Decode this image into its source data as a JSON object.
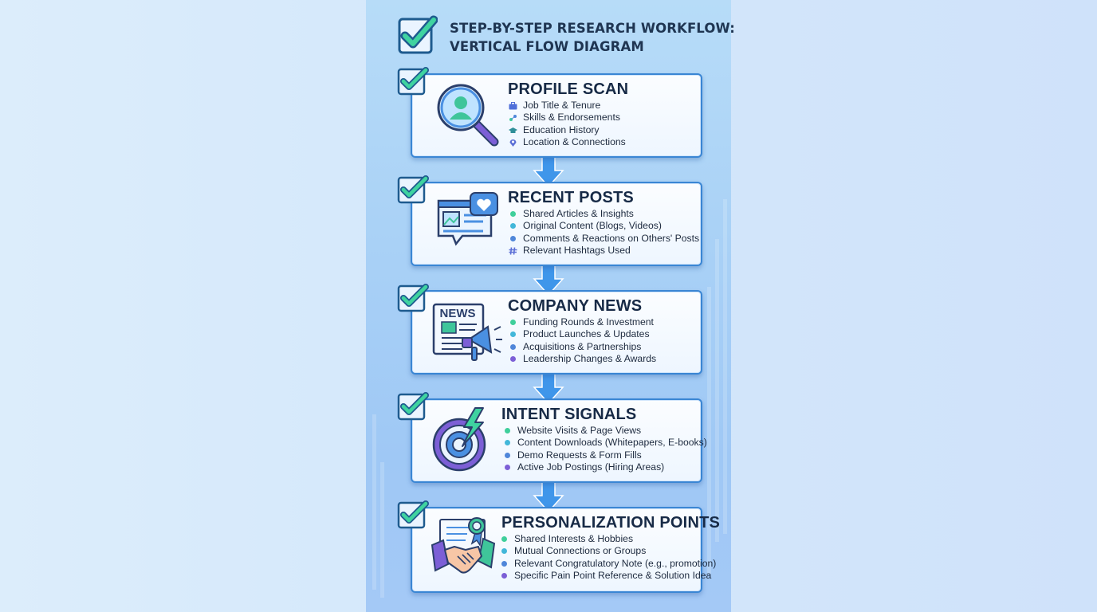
{
  "title": {
    "line1": "STEP-BY-STEP RESEARCH WORKFLOW:",
    "line2": "VERTICAL FLOW DIAGRAM"
  },
  "colors": {
    "check": "#3fd3a0",
    "card_border": "#3a86d4",
    "arrow": "#3f96ea",
    "dot_teal": "#3fcf9b",
    "dot_cyan": "#42b7d9",
    "dot_blue": "#4f86d9",
    "dot_purple": "#7c5fd6"
  },
  "steps": [
    {
      "title": "PROFILE SCAN",
      "icon": "magnifier-person-icon",
      "items": [
        {
          "text": "Job Title & Tenure",
          "icon": "briefcase-icon"
        },
        {
          "text": "Skills & Endorsements",
          "icon": "skills-icon"
        },
        {
          "text": "Education History",
          "icon": "graduation-cap-icon"
        },
        {
          "text": "Location & Connections",
          "icon": "location-pin-icon"
        }
      ]
    },
    {
      "title": "RECENT POSTS",
      "icon": "post-heart-icon",
      "items": [
        {
          "text": "Shared Articles & Insights",
          "icon": "dot-teal"
        },
        {
          "text": "Original Content (Blogs, Videos)",
          "icon": "dot-cyan"
        },
        {
          "text": "Comments & Reactions on Others' Posts",
          "icon": "dot-blue"
        },
        {
          "text": "Relevant Hashtags Used",
          "icon": "hashtag-icon"
        }
      ]
    },
    {
      "title": "COMPANY NEWS",
      "icon": "newspaper-megaphone-icon",
      "icon_text": "NEWS",
      "items": [
        {
          "text": "Funding Rounds & Investment",
          "icon": "dot-teal"
        },
        {
          "text": "Product Launches & Updates",
          "icon": "dot-cyan"
        },
        {
          "text": "Acquisitions & Partnerships",
          "icon": "dot-blue"
        },
        {
          "text": "Leadership Changes & Awards",
          "icon": "dot-purple"
        }
      ]
    },
    {
      "title": "INTENT SIGNALS",
      "icon": "target-lightning-icon",
      "items": [
        {
          "text": "Website Visits & Page Views",
          "icon": "dot-teal"
        },
        {
          "text": "Content Downloads (Whitepapers, E-books)",
          "icon": "dot-cyan"
        },
        {
          "text": "Demo Requests & Form Fills",
          "icon": "dot-blue"
        },
        {
          "text": "Active Job Postings (Hiring Areas)",
          "icon": "dot-purple"
        }
      ]
    },
    {
      "title": "PERSONALIZATION POINTS",
      "icon": "handshake-certificate-icon",
      "items": [
        {
          "text": "Shared Interests & Hobbies",
          "icon": "dot-teal"
        },
        {
          "text": "Mutual Connections or Groups",
          "icon": "dot-cyan"
        },
        {
          "text": "Relevant Congratulatory Note (e.g., promotion)",
          "icon": "dot-blue"
        },
        {
          "text": "Specific Pain Point Reference & Solution Idea",
          "icon": "dot-purple"
        }
      ]
    }
  ]
}
